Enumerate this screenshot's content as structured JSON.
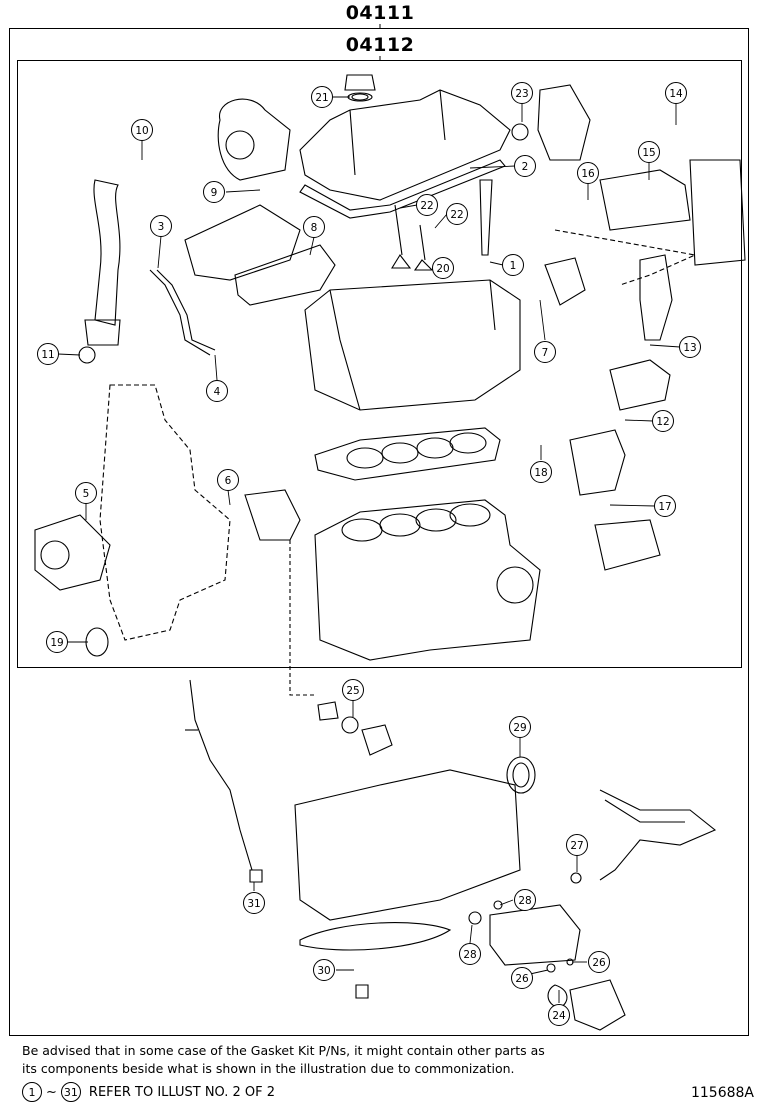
{
  "header": {
    "main_kit": "04111",
    "sub_kit": "04112"
  },
  "callouts": [
    "1",
    "2",
    "3",
    "4",
    "5",
    "6",
    "7",
    "8",
    "9",
    "10",
    "11",
    "12",
    "13",
    "14",
    "15",
    "16",
    "17",
    "18",
    "19",
    "20",
    "21",
    "22",
    "22",
    "23",
    "24",
    "25",
    "26",
    "26",
    "27",
    "28",
    "28",
    "29",
    "30",
    "31"
  ],
  "note": {
    "line1": "Be advised that in some case of the Gasket Kit P/Ns,  it might contain other parts as",
    "line2": "its components beside what is shown in the illustration due to commonization."
  },
  "reference": {
    "from": "1",
    "tilde": "~",
    "to": "31",
    "text": "REFER TO ILLUST NO. 2 OF 2"
  },
  "illustration_code": "115688A"
}
